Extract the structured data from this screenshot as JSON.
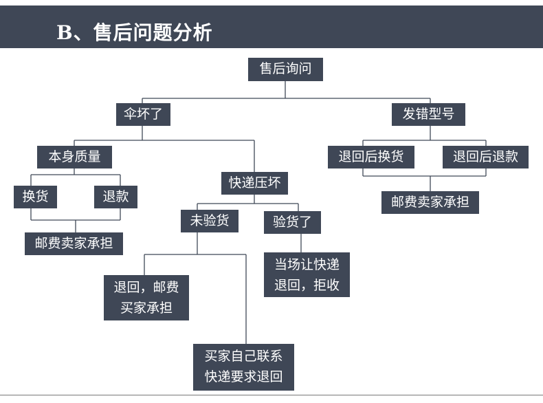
{
  "header": {
    "title": "B、售后问题分析"
  },
  "diagram": {
    "root": "售后询问",
    "umbrella_broken": "伞坏了",
    "wrong_model": "发错型号",
    "quality_issue": "本身质量",
    "exchange": "换货",
    "refund": "退款",
    "seller_pays_left": "邮费卖家承担",
    "courier_crushed": "快递压坏",
    "not_inspected": "未验货",
    "inspected": "验货了",
    "return_buyer_pays_1": "退回，邮费",
    "return_buyer_pays_2": "买家承担",
    "buyer_contact_1": "买家自己联系",
    "buyer_contact_2": "快递要求退回",
    "refuse_1": "当场让快递",
    "refuse_2": "退回，拒收",
    "return_exchange": "退回后换货",
    "return_refund": "退回后退款",
    "seller_pays_right": "邮费卖家承担"
  }
}
